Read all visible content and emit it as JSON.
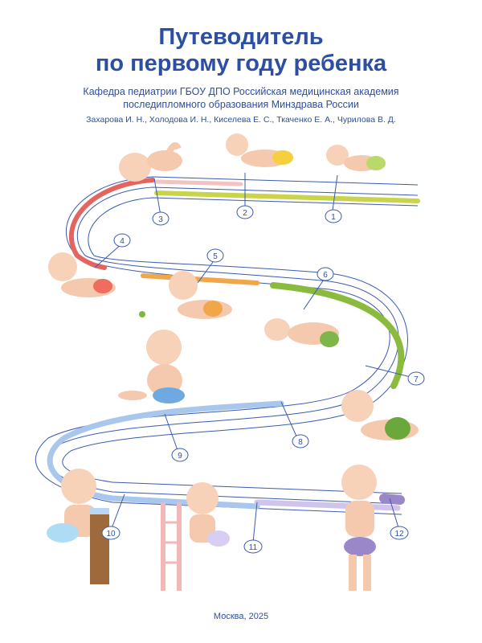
{
  "header": {
    "title_line1": "Путеводитель",
    "title_line2": "по первому году ребенка",
    "subtitle_line1": "Кафедра педиатрии ГБОУ ДПО Российская медицинская академия",
    "subtitle_line2": "последипломного образования Минздрава России",
    "authors": "Захарова И. Н., Холодова И. Н., Киселева Е. С., Ткаченко Е. А., Чурилова В. Д."
  },
  "milestones": [
    "1",
    "2",
    "3",
    "4",
    "5",
    "6",
    "7",
    "8",
    "9",
    "10",
    "11",
    "12"
  ],
  "footer": {
    "place_year": "Москва, 2025"
  },
  "colors": {
    "title": "#2c4fa3",
    "marker_border": "#3b5bb0",
    "red": "#e46560",
    "orange": "#f2a64a",
    "green": "#8bbb3e",
    "yellow": "#c8d54a",
    "blue": "#8fb6e4",
    "purple": "#9a87c9"
  }
}
